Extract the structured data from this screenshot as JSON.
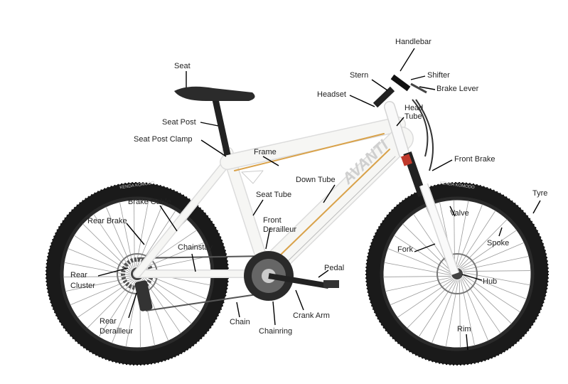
{
  "labels": {
    "seat": "Seat",
    "handlebar": "Handlebar",
    "stern": "Stern",
    "shifter": "Shifter",
    "brake_lever": "Brake Lever",
    "headset": "Headset",
    "head_tube_1": "Head",
    "head_tube_2": "Tube",
    "seat_post": "Seat Post",
    "seat_post_clamp": "Seat Post Clamp",
    "frame": "Frame",
    "front_brake": "Front Brake",
    "down_tube": "Down Tube",
    "tyre": "Tyre",
    "seat_tube": "Seat Tube",
    "brake_cable": "Brake Cable",
    "valve": "Valve",
    "rear_brake": "Rear Brake",
    "front_derailleur_1": "Front",
    "front_derailleur_2": "Derailleur",
    "spoke": "Spoke",
    "chainstay": "Chainstay",
    "fork": "Fork",
    "pedal": "Pedal",
    "rear_cluster_1": "Rear",
    "rear_cluster_2": "Cluster",
    "hub": "Hub",
    "rear_derailleur_1": "Rear",
    "rear_derailleur_2": "Derailleur",
    "crank_arm": "Crank Arm",
    "chain": "Chain",
    "chainring": "Chainring",
    "rim": "Rim"
  },
  "frame_brand": "AVANTI",
  "tyre_brand": "KENDA KOMODO",
  "colors": {
    "frame": "#f4f4f2",
    "accent": "#d9a24a",
    "tyre": "#1a1a1a",
    "leader": "#000000"
  }
}
